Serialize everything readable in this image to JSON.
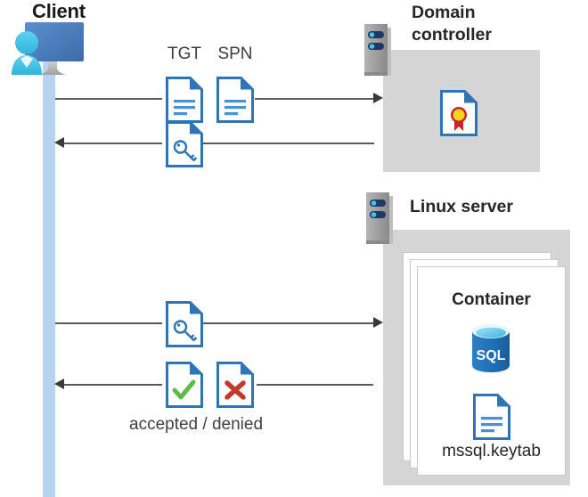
{
  "diagram": {
    "title": "Kerberos authentication flow between client, domain controller and Linux server container",
    "type": "sequence-diagram",
    "background": "#ffffff"
  },
  "colors": {
    "lifeline": "#b6d4f2",
    "panel_gray": "#d5d5d5",
    "rack_gray": "#9a9a9a",
    "rack_bar_navy": "#1f3864",
    "rack_led_cyan": "#41c6f0",
    "doc_border_blue": "#2e75b6",
    "doc_fold_blue": "#2e75b6",
    "doc_line_blue": "#4a90d9",
    "arrow_gray": "#595959",
    "check_green": "#5fba47",
    "cross_red": "#c0392b",
    "seal_gold": "#ffd21e",
    "seal_red": "#cc2229",
    "sql_blue": "#1f6fb5",
    "sql_top_cyan": "#5ac8f0",
    "text_dark": "#262626",
    "card_border": "#c9c9c9",
    "monitor_blue": "#4a7ebb",
    "person_cyan": "#35b8e0"
  },
  "actors": {
    "client": {
      "label": "Client",
      "icon": "client-computer-user-icon"
    },
    "domain_controller": {
      "label": "Domain\ncontroller",
      "label_line1": "Domain",
      "label_line2": "controller",
      "icon": "server-rack-icon",
      "contents": [
        {
          "name": "certificate",
          "icon": "certificate-document-icon",
          "caption": ""
        }
      ]
    },
    "linux_server": {
      "label": "Linux server",
      "icon": "server-rack-icon",
      "container": {
        "label": "Container",
        "stack_count": 3,
        "contents": [
          {
            "name": "sql-database",
            "icon": "sql-database-icon",
            "caption": ""
          },
          {
            "name": "keytab-file",
            "icon": "document-lines-icon",
            "caption": "mssql.keytab"
          }
        ]
      }
    }
  },
  "messages": [
    {
      "index": 1,
      "direction": "right",
      "from": "client",
      "to": "domain_controller",
      "icons": [
        {
          "caption": "TGT",
          "icon": "document-lines-icon"
        },
        {
          "caption": "SPN",
          "icon": "document-lines-icon"
        }
      ]
    },
    {
      "index": 2,
      "direction": "left",
      "from": "domain_controller",
      "to": "client",
      "icons": [
        {
          "caption": "",
          "icon": "document-key-icon"
        }
      ]
    },
    {
      "index": 3,
      "direction": "right",
      "from": "client",
      "to": "linux_server",
      "icons": [
        {
          "caption": "",
          "icon": "document-key-icon"
        }
      ]
    },
    {
      "index": 4,
      "direction": "left",
      "from": "linux_server",
      "to": "client",
      "caption": "accepted / denied",
      "icons": [
        {
          "caption": "",
          "icon": "document-check-icon"
        },
        {
          "caption": "",
          "icon": "document-cross-icon"
        }
      ]
    }
  ],
  "labels": {
    "tgt": "TGT",
    "spn": "SPN",
    "accepted_denied": "accepted / denied",
    "container": "Container",
    "keytab": "mssql.keytab",
    "sql": "SQL"
  }
}
